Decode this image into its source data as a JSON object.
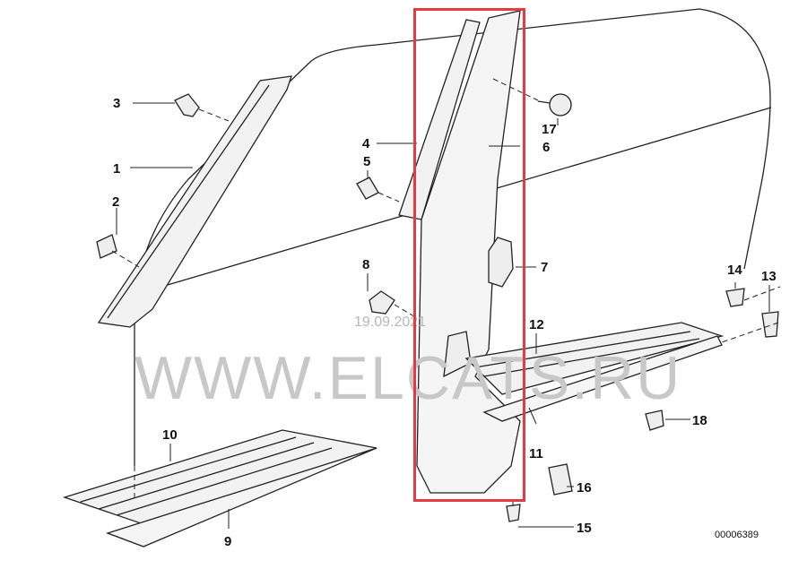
{
  "diagram": {
    "watermark": "WWW.ELCATS.RU",
    "date": "19.09.2021",
    "reference": "00006389",
    "highlight_color": "#e63946",
    "callouts": [
      {
        "id": "1",
        "label": "1"
      },
      {
        "id": "2",
        "label": "2"
      },
      {
        "id": "3",
        "label": "3"
      },
      {
        "id": "4",
        "label": "4"
      },
      {
        "id": "5",
        "label": "5"
      },
      {
        "id": "6",
        "label": "6"
      },
      {
        "id": "7",
        "label": "7"
      },
      {
        "id": "8",
        "label": "8"
      },
      {
        "id": "9",
        "label": "9"
      },
      {
        "id": "10",
        "label": "10"
      },
      {
        "id": "11",
        "label": "11"
      },
      {
        "id": "12",
        "label": "12"
      },
      {
        "id": "13",
        "label": "13"
      },
      {
        "id": "14",
        "label": "14"
      },
      {
        "id": "15",
        "label": "15"
      },
      {
        "id": "16",
        "label": "16"
      },
      {
        "id": "17",
        "label": "17"
      },
      {
        "id": "18",
        "label": "18"
      }
    ]
  }
}
